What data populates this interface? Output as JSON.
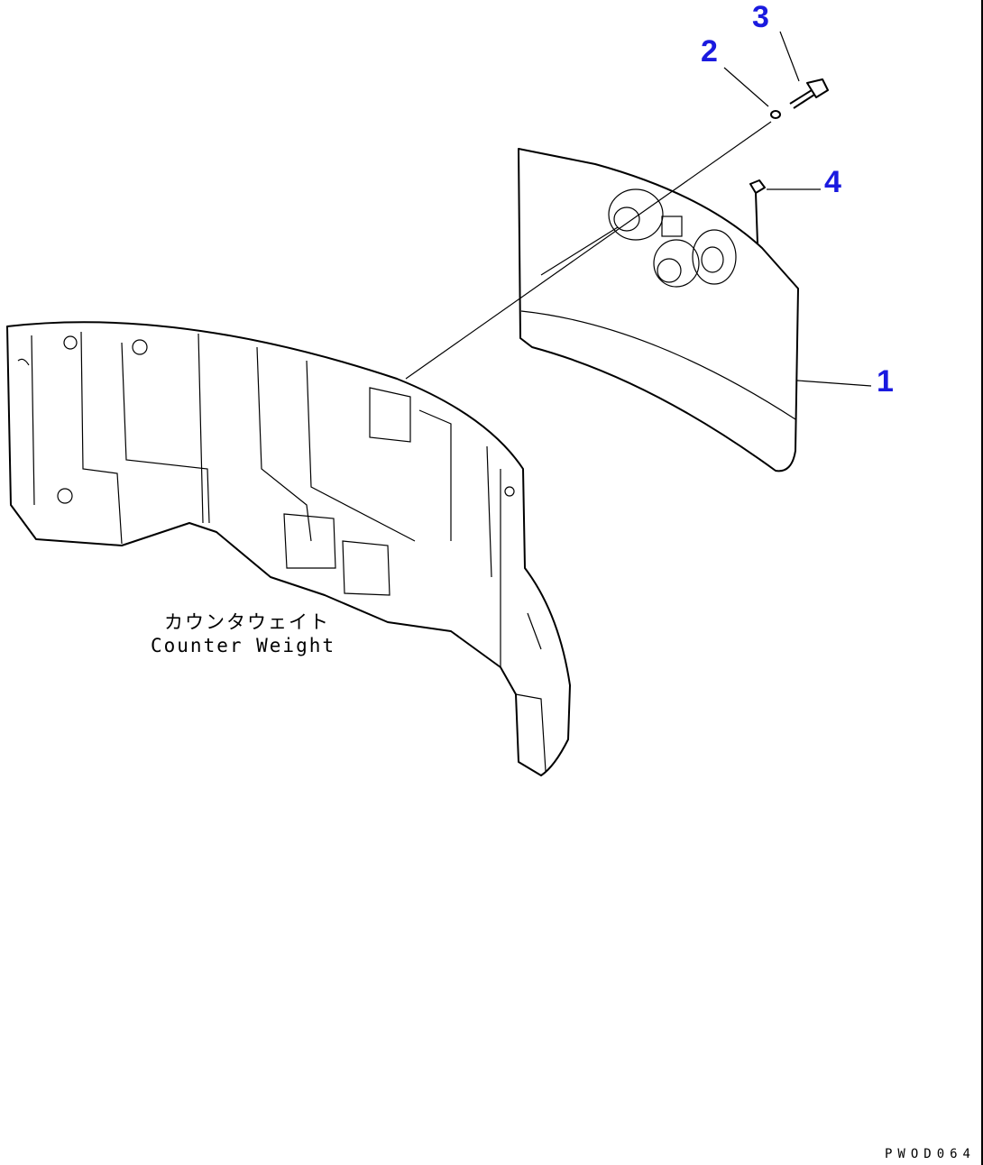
{
  "callouts": {
    "part1": "1",
    "part2": "2",
    "part3": "3",
    "part4": "4"
  },
  "labels": {
    "counter_weight_jp": "カウンタウェイト",
    "counter_weight_en": "Counter Weight"
  },
  "drawing_code": "PWOD064",
  "colors": {
    "callout": "#1a1adf",
    "line": "#000000"
  }
}
